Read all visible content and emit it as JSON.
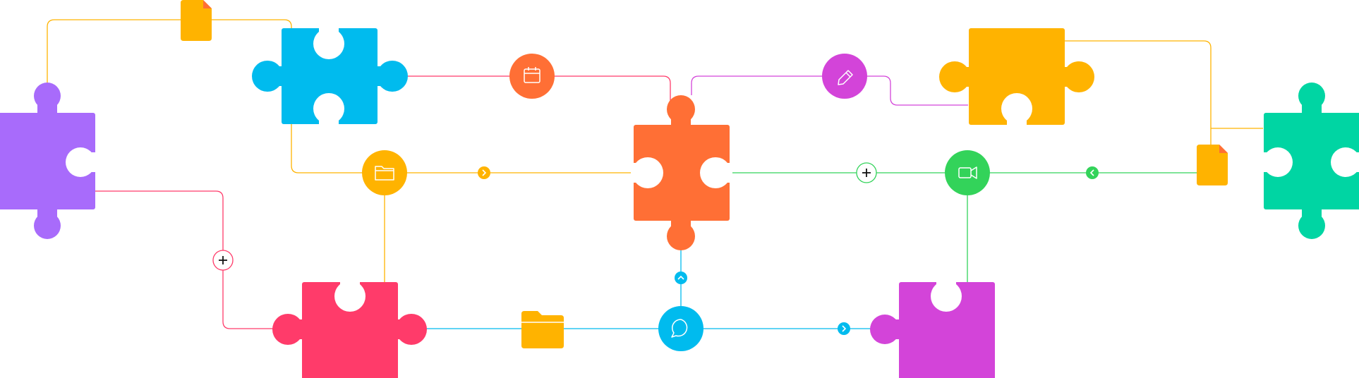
{
  "diagram": {
    "background": "#ffffff",
    "pieces": [
      {
        "id": "piece-purple",
        "color": "#A86BFB"
      },
      {
        "id": "piece-blue",
        "color": "#00BBEE"
      },
      {
        "id": "piece-red",
        "color": "#FF3B6A"
      },
      {
        "id": "piece-orange",
        "color": "#FF6F35"
      },
      {
        "id": "piece-yellow",
        "color": "#FFB300"
      },
      {
        "id": "piece-magenta",
        "color": "#D344D9"
      },
      {
        "id": "piece-green",
        "color": "#00D5A3"
      }
    ],
    "connector_colors": {
      "yellow": "#FFB300",
      "pink": "#FF3B6A",
      "blue": "#00BBEE",
      "magenta": "#D344D9",
      "green": "#33D35A"
    },
    "nodes": [
      {
        "id": "calendar-node",
        "icon": "calendar-icon",
        "color": "#FF6F35"
      },
      {
        "id": "folder-node",
        "icon": "folder-icon",
        "color": "#FFB300"
      },
      {
        "id": "edit-node",
        "icon": "pencil-icon",
        "color": "#D344D9"
      },
      {
        "id": "video-node",
        "icon": "video-icon",
        "color": "#33D35A"
      },
      {
        "id": "chat-node",
        "icon": "chat-icon",
        "color": "#00BBEE"
      }
    ],
    "small_markers": [
      {
        "id": "plus-marker-left",
        "icon": "plus-icon",
        "color": "#FF3B6A"
      },
      {
        "id": "plus-marker-right",
        "icon": "plus-icon",
        "color": "#33D35A"
      },
      {
        "id": "arrow-right-yellow",
        "icon": "chevron-right-icon",
        "color": "#FFB300"
      },
      {
        "id": "arrow-left-green",
        "icon": "chevron-left-icon",
        "color": "#33D35A"
      },
      {
        "id": "arrow-up-blue",
        "icon": "chevron-up-icon",
        "color": "#00BBEE"
      },
      {
        "id": "arrow-right-blue",
        "icon": "chevron-right-icon",
        "color": "#00BBEE"
      }
    ],
    "file_icons": [
      {
        "id": "document-top",
        "icon": "document-icon",
        "color": "#FFB300",
        "fold": "#FF6F35"
      },
      {
        "id": "document-right",
        "icon": "document-icon",
        "color": "#FFB300",
        "fold": "#FF6F35"
      },
      {
        "id": "folder-bottom",
        "icon": "folder-icon",
        "color": "#FFB300"
      }
    ]
  }
}
